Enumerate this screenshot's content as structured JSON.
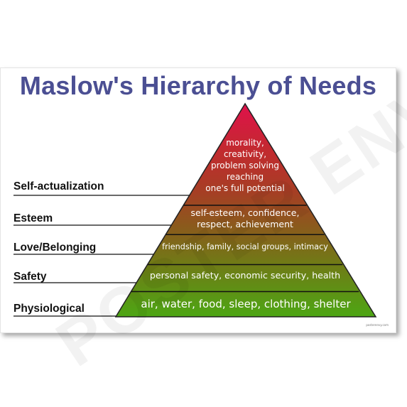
{
  "diagram": {
    "title": "Maslow's Hierarchy of Needs",
    "levels": [
      {
        "label": "Self-actualization",
        "lines": [
          "morality,",
          "creativity,",
          "problem solving",
          "reaching",
          "one's full potential"
        ],
        "color": "#b31f2f"
      },
      {
        "label": "Esteem",
        "lines": [
          "self-esteem, confidence,",
          "respect, achievement"
        ],
        "color": "#9a4a22"
      },
      {
        "label": "Love/Belonging",
        "lines": [
          "friendship, family, social groups, intimacy"
        ],
        "color": "#7c6c18"
      },
      {
        "label": "Safety",
        "lines": [
          "personal safety, economic security, health"
        ],
        "color": "#5e8516"
      },
      {
        "label": "Physiological",
        "lines": [
          "air, water, food, sleep, clothing, shelter"
        ],
        "color": "#4e9c14"
      }
    ]
  },
  "watermark": "POSTER ENVY",
  "credit": "posterenvy.com",
  "colors": {
    "title": "#4b4f93",
    "apex": "#e0114b",
    "base": "#4da614"
  }
}
